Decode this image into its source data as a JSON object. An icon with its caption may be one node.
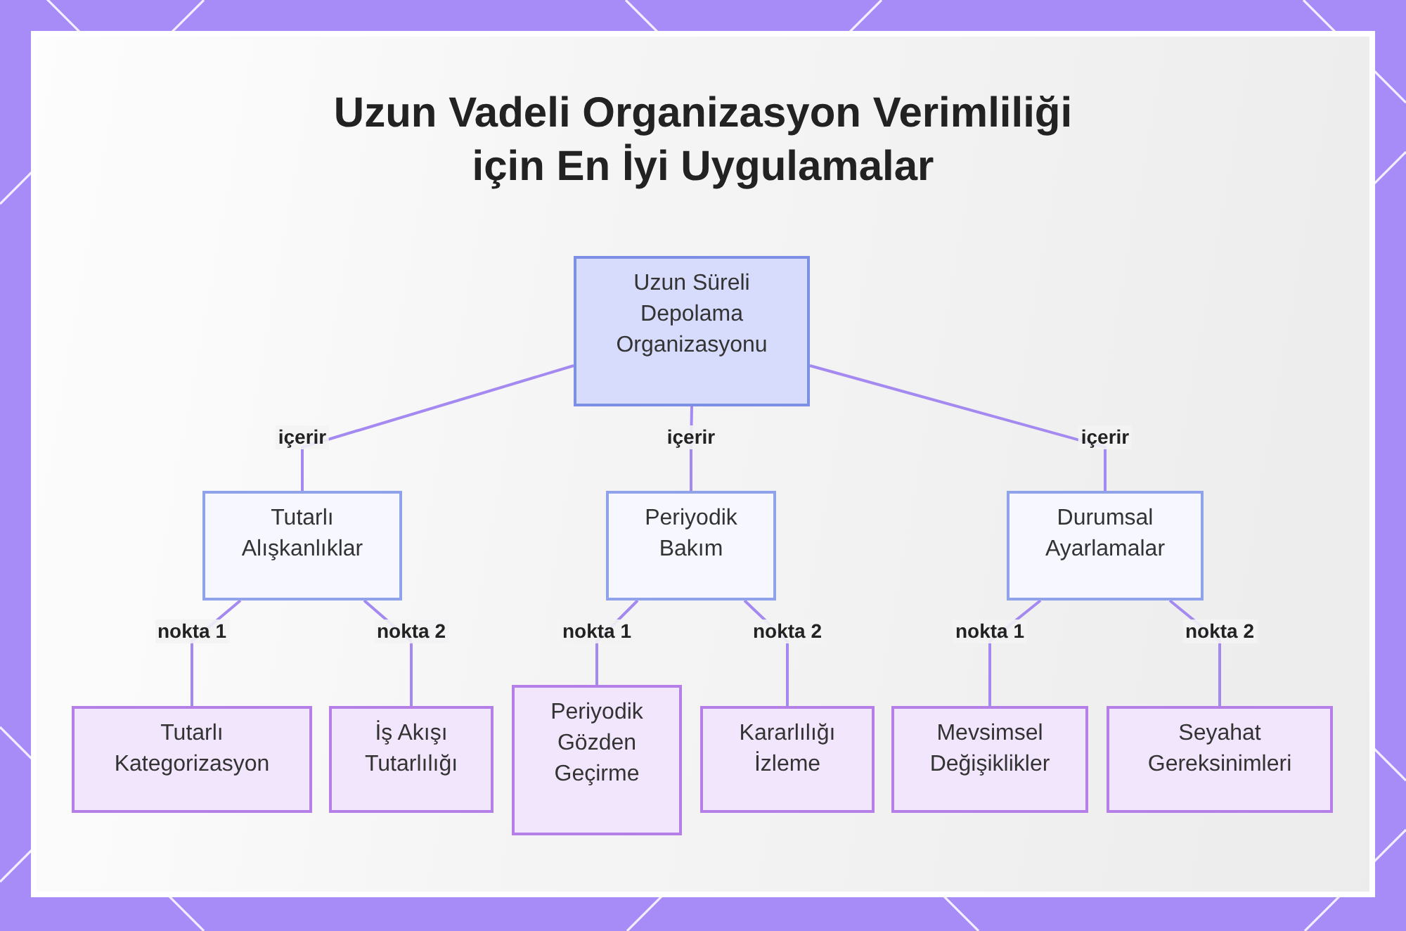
{
  "diagram": {
    "title": "Uzun Vadeli Organizasyon Verimliliği için En İyi Uygulamalar",
    "nodes": [
      {
        "text": [
          "Uzun Süreli Depolama Organizasyonu"
        ]
      },
      {
        "text": [
          "Tutarlı Alışkanlıklar"
        ]
      },
      {
        "text": [
          "Periyodik Bakım"
        ]
      },
      {
        "text": [
          "Durumsal Ayarlamalar"
        ]
      },
      {
        "text": [
          "Tutarlı Kategorizasyon"
        ]
      },
      {
        "text": [
          "İş Akışı Tutarlılığı"
        ]
      },
      {
        "text": [
          "Periyodik Gözden Geçirme"
        ]
      },
      {
        "text": [
          "Kararlılığı İzleme"
        ]
      },
      {
        "text": [
          "Mevsimsel Değişiklikler"
        ]
      },
      {
        "text": [
          "Seyahat Gereksinimleri"
        ]
      }
    ],
    "edges": [
      {
        "from": 0,
        "to": 1,
        "arrow": "none",
        "label": "içerir"
      },
      {
        "from": 0,
        "to": 2,
        "arrow": "none",
        "label": "içerir"
      },
      {
        "from": 0,
        "to": 3,
        "arrow": "none",
        "label": "içerir"
      },
      {
        "from": 1,
        "to": 4,
        "arrow": "none",
        "label": "nokta 1"
      },
      {
        "from": 1,
        "to": 5,
        "arrow": "none",
        "label": "nokta 2"
      },
      {
        "from": 2,
        "to": 6,
        "arrow": "none",
        "label": "nokta 1"
      },
      {
        "from": 2,
        "to": 7,
        "arrow": "none",
        "label": "nokta 2"
      },
      {
        "from": 3,
        "to": 8,
        "arrow": "none",
        "label": "nokta 1"
      },
      {
        "from": 3,
        "to": 9,
        "arrow": "none",
        "label": "nokta 2"
      }
    ]
  }
}
